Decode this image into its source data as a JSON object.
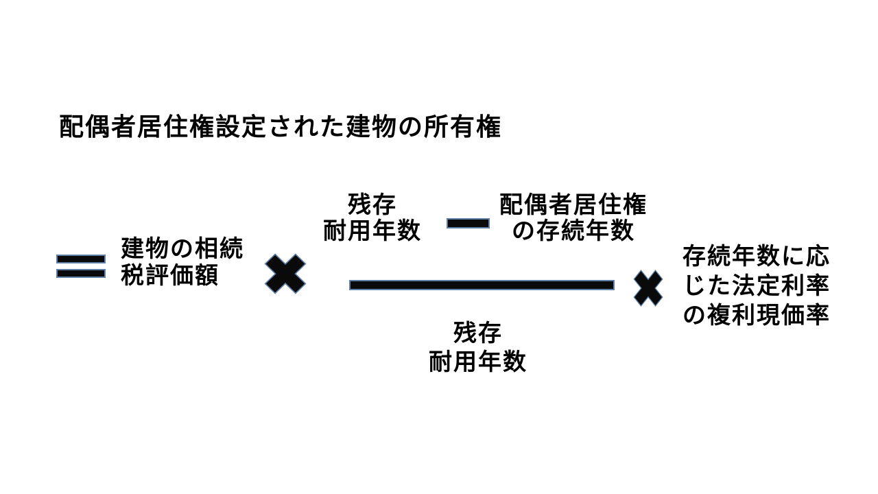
{
  "title": "配偶者居住権設定された建物の所有権",
  "formula": {
    "equals_icon": "heavy-equals-sign",
    "term_building": {
      "line1": "建物の相続",
      "line2": "税評価額"
    },
    "multiply_icon_1": "heavy-multiplication-x",
    "fraction": {
      "numerator_left": {
        "line1": "残存",
        "line2": "耐用年数"
      },
      "minus_icon": "heavy-minus-sign",
      "numerator_right": {
        "line1": "配偶者居住権",
        "line2": "の存続年数"
      },
      "bar": "fraction-divider-bar",
      "denominator": {
        "line1": "残存",
        "line2": "耐用年数"
      }
    },
    "multiply_icon_2": "heavy-multiplication-x",
    "term_rate": {
      "line1": "存続年数に応",
      "line2": "じた法定利率",
      "line3": "の複利現価率"
    }
  },
  "colors": {
    "background": "#ffffff",
    "text": "#000000",
    "shape_fill": "#0a0a0a",
    "shape_outline": "#5d7fa8"
  }
}
